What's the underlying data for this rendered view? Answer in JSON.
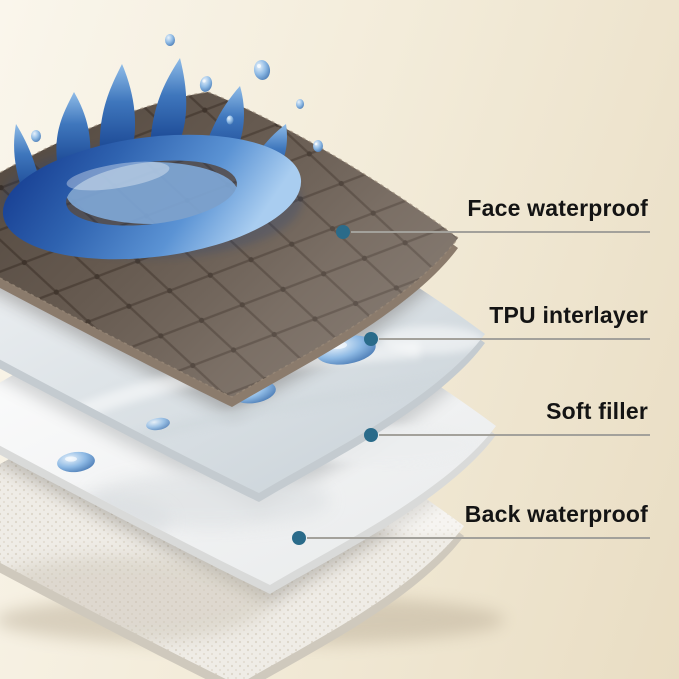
{
  "scene": {
    "callouts": [
      {
        "id": "face",
        "label": "Face waterproof"
      },
      {
        "id": "tpu",
        "label": "TPU interlayer"
      },
      {
        "id": "filler",
        "label": "Soft filler"
      },
      {
        "id": "back",
        "label": "Back waterproof"
      }
    ],
    "colors": {
      "background_start": "#faf6ec",
      "background_end": "#e9ddc3",
      "leader_dot": "#2a6b8a",
      "leader_line": "#a3a19b",
      "label_text": "#141414",
      "face_layer": "#6c5f54",
      "tpu_layer": "#dde3e7",
      "filler_layer": "#f7f8f8",
      "back_layer": "#efece6",
      "water": "#2f63b0"
    }
  }
}
